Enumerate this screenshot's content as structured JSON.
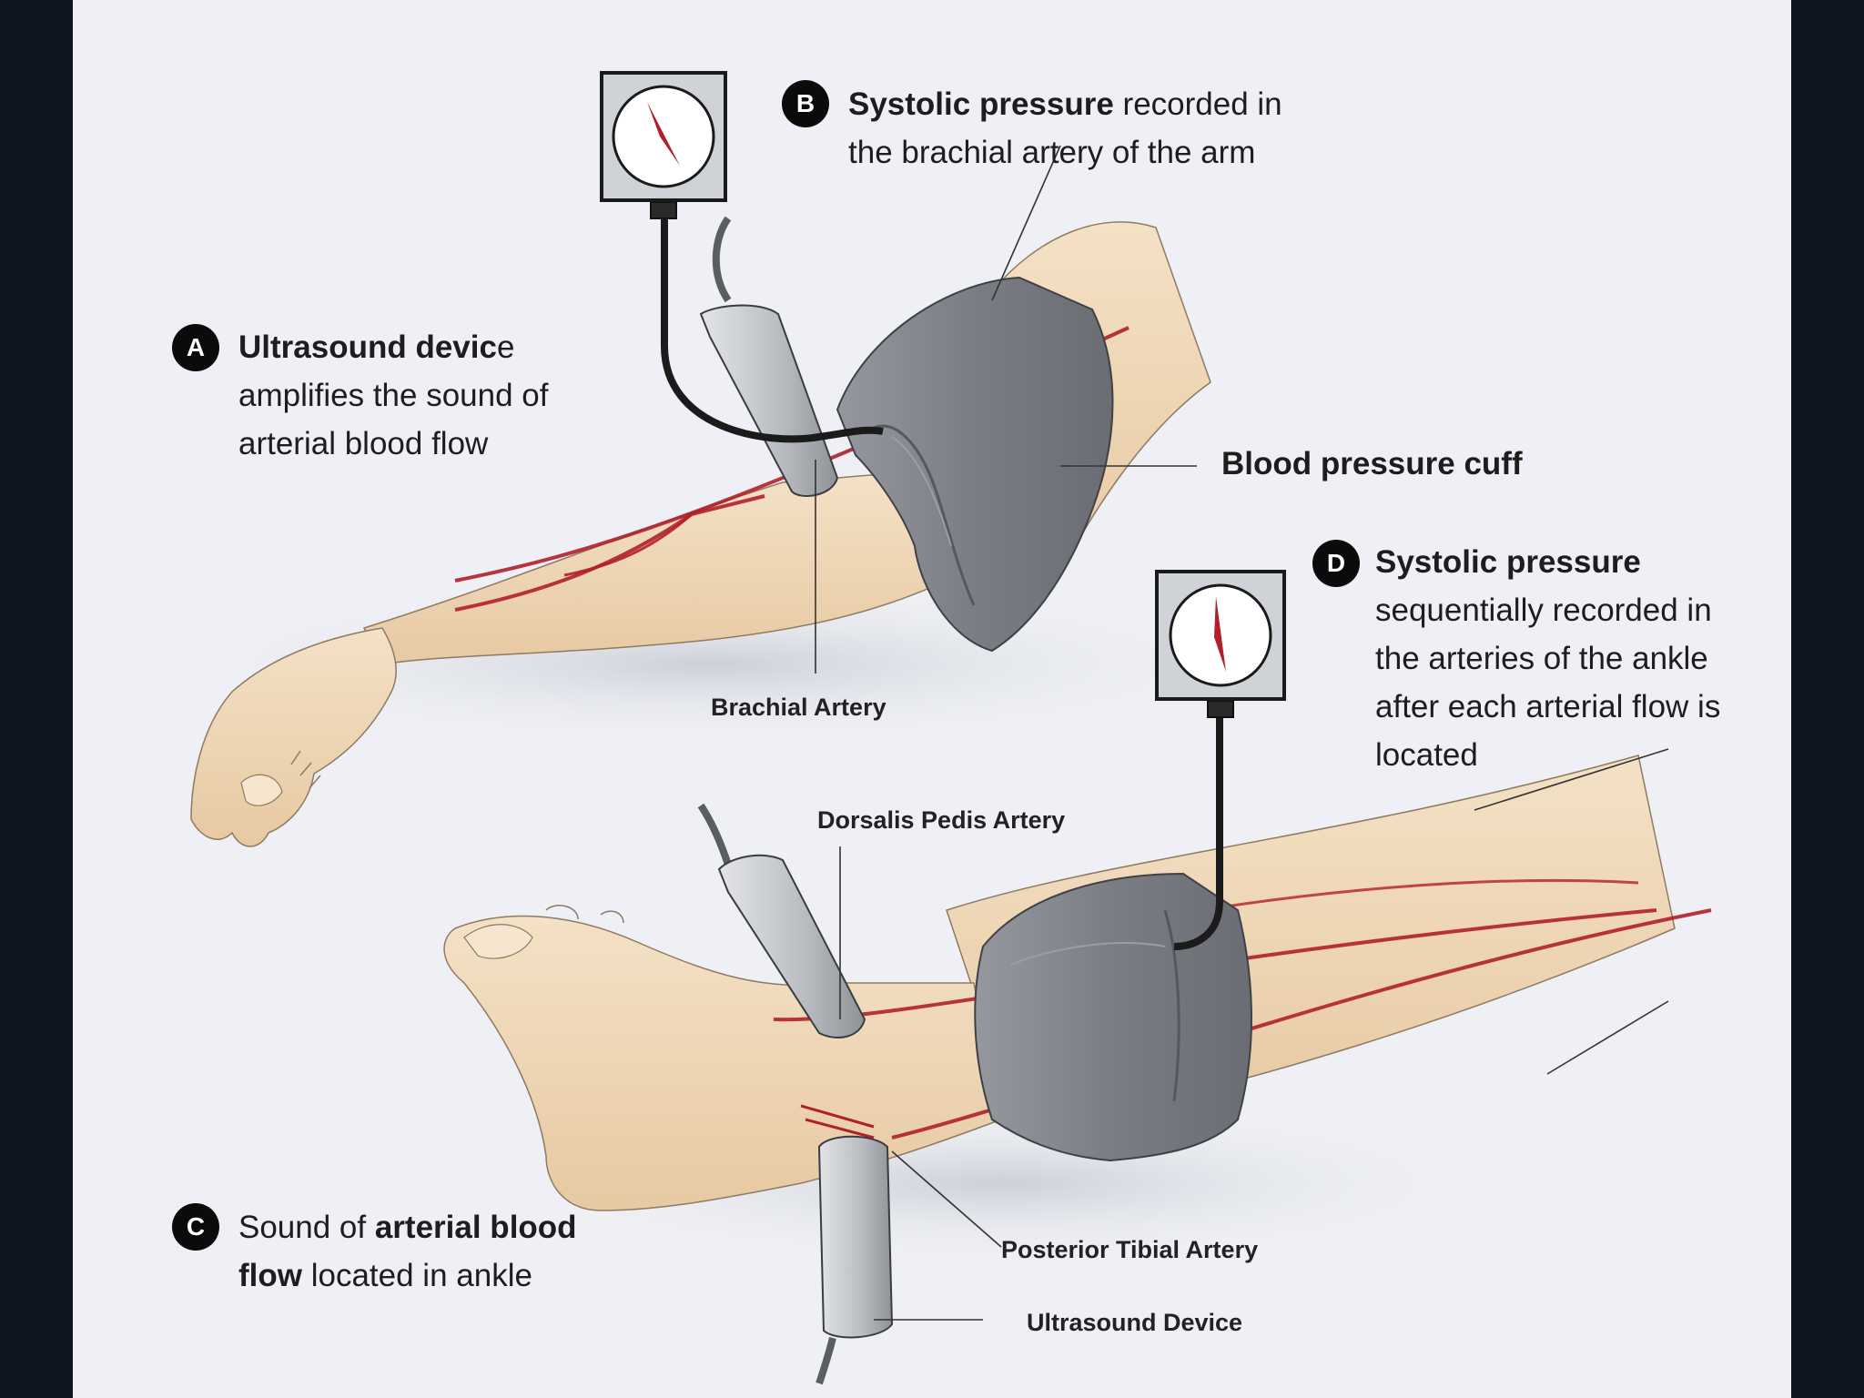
{
  "callouts": {
    "a": {
      "badge": "A",
      "title_bold": "Ultrasound devic",
      "title_rest": "e",
      "line2": "amplifies the sound of",
      "line3": "arterial blood flow"
    },
    "b": {
      "badge": "B",
      "title_bold": "Systolic pressure",
      "title_rest": " recorded in",
      "line2": "the brachial artery of the arm"
    },
    "c": {
      "badge": "C",
      "line1_pre": "Sound of ",
      "line1_bold": "arterial blood",
      "line2_bold": "flow",
      "line2_rest": " located in ankle"
    },
    "d": {
      "badge": "D",
      "title_bold": "Systolic pressure",
      "line2": "sequentially recorded in",
      "line3": "the arteries of the ankle",
      "line4": "after each arterial flow is",
      "line5": "located"
    }
  },
  "labels": {
    "blood_pressure_cuff": "Blood pressure cuff",
    "brachial_artery": "Brachial Artery",
    "dorsalis_pedis_artery": "Dorsalis Pedis Artery",
    "posterior_tibial_artery": "Posterior Tibial Artery",
    "ultrasound_device": "Ultrasound Device"
  },
  "colors": {
    "background": "#0f1620",
    "panel": "#eef0f5",
    "skin": "#f1d9b8",
    "artery": "#b01f2b",
    "cuff": "#7b7e84",
    "probe": "#bfc2c7",
    "gauge_needle": "#b01f2b"
  }
}
